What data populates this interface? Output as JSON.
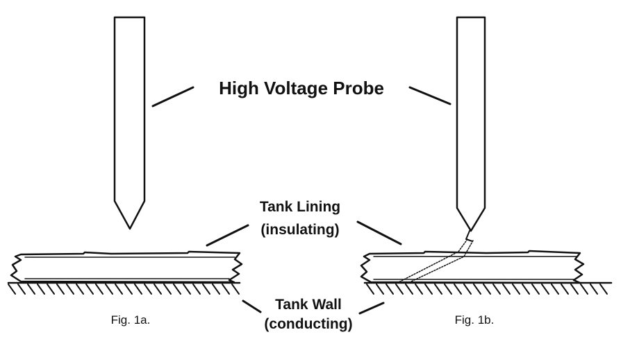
{
  "labels": {
    "probe": "High Voltage Probe",
    "lining_line1": "Tank Lining",
    "lining_line2": "(insulating)",
    "wall_line1": "Tank Wall",
    "wall_line2": "(conducting)",
    "fig_a": "Fig. 1a.",
    "fig_b": "Fig. 1b."
  },
  "colors": {
    "ink": "#111111",
    "background": "#ffffff"
  }
}
